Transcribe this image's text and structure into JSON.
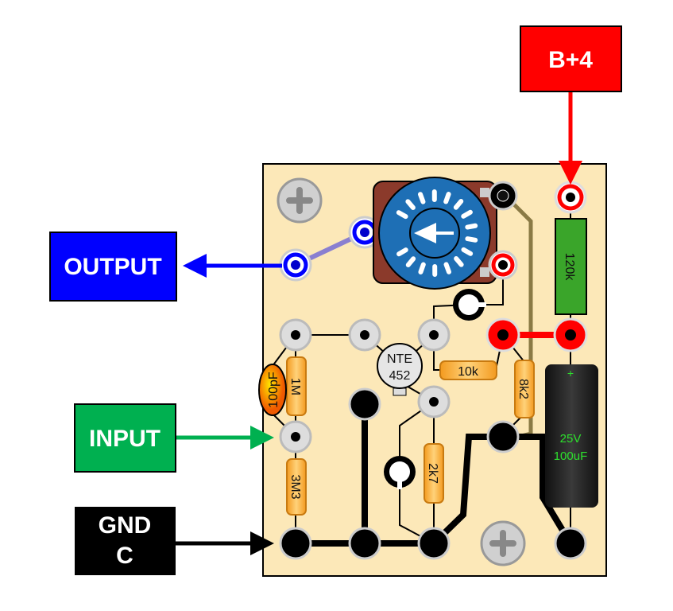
{
  "labels": {
    "supply": "B+4",
    "output": "OUTPUT",
    "input": "INPUT",
    "ground_line1": "GND",
    "ground_line2": "C"
  },
  "components": {
    "transistor_line1": "NTE",
    "transistor_line2": "452",
    "r_120k": "120k",
    "r_10k": "10k",
    "r_8k2": "8k2",
    "r_1m": "1M",
    "r_3m3": "3M3",
    "r_2k7": "2k7",
    "c_100pf": "100pF",
    "cap_voltage": "25V",
    "cap_value": "100uF",
    "cap_polarity": "+"
  },
  "colors": {
    "board": "#fce8b8",
    "supply": "#ff0000",
    "output": "#0000ff",
    "input": "#00b050",
    "ground": "#000000",
    "pot": "#1e6fb5",
    "resistor": "#f7b740",
    "resistor_120k": "#3aa52a"
  }
}
